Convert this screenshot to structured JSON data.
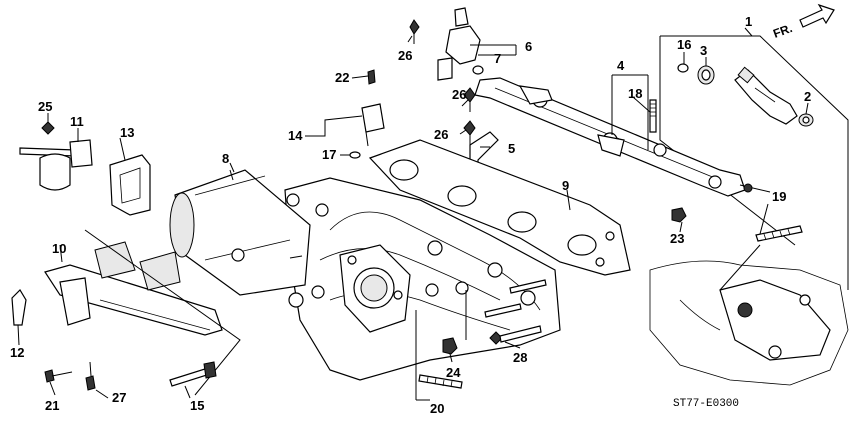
{
  "diagram_code": "ST77-E0300",
  "direction_label": "FR.",
  "callouts": {
    "p1": "1",
    "p2": "2",
    "p3": "3",
    "p4": "4",
    "p5": "5",
    "p6": "6",
    "p7": "7",
    "p8": "8",
    "p9": "9",
    "p10": "10",
    "p11": "11",
    "p12": "12",
    "p13": "13",
    "p14": "14",
    "p15": "15",
    "p16": "16",
    "p17": "17",
    "p18": "18",
    "p19": "19",
    "p20": "20",
    "p21": "21",
    "p22": "22",
    "p23": "23",
    "p24": "24",
    "p25": "25",
    "p26a": "26",
    "p26b": "26",
    "p26c": "26",
    "p27": "27",
    "p28": "28"
  }
}
